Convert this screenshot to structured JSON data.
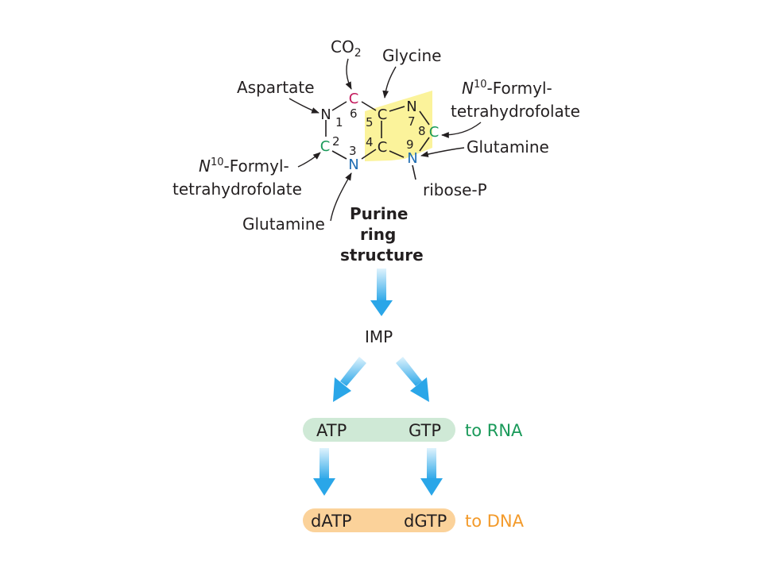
{
  "colors": {
    "carbon_co2": "#c2185b",
    "carbon_formyl": "#1a9a5a",
    "nitrogen": "#1f6db3",
    "ring_black": "#231f20",
    "glycine_highlight": "#fbf39b",
    "arrow_blue": "#2aa6e8",
    "rna_box": "#cfe9d6",
    "rna_text": "#1a9a5a",
    "dna_box": "#fbd29a",
    "dna_text": "#f39a2a"
  },
  "sources": {
    "co2": {
      "main": "CO",
      "sub": "2"
    },
    "glycine": "Glycine",
    "aspartate": "Aspartate",
    "formyl_top": {
      "sup": "10",
      "line1": "-Formyl-",
      "line2": "tetrahydrofolate",
      "prefix": "N"
    },
    "formyl_left": {
      "sup": "10",
      "line1": "-Formyl-",
      "line2": "tetrahydrofolate",
      "prefix": "N"
    },
    "glutamine_right": "Glutamine",
    "glutamine_bottom": "Glutamine",
    "ribose": "ribose-P"
  },
  "ring": {
    "atoms": {
      "n1": "N",
      "c2": "C",
      "n3": "N",
      "c4": "C",
      "c5": "C",
      "c6": "C",
      "n7": "N",
      "c8": "C",
      "n9": "N"
    },
    "numbers": {
      "n1": "1",
      "c2": "2",
      "n3": "3",
      "c4": "4",
      "c5": "5",
      "c6": "6",
      "n7": "7",
      "c8": "8",
      "n9": "9"
    },
    "title_lines": [
      "Purine",
      "ring",
      "structure"
    ]
  },
  "flow": {
    "imp": "IMP",
    "rna_row": {
      "left": "ATP",
      "right": "GTP",
      "dest": "to RNA"
    },
    "dna_row": {
      "left": "dATP",
      "right": "dGTP",
      "dest": "to DNA"
    }
  },
  "icons": [
    "down-arrow-icon",
    "down-left-arrow-icon",
    "down-right-arrow-icon"
  ]
}
